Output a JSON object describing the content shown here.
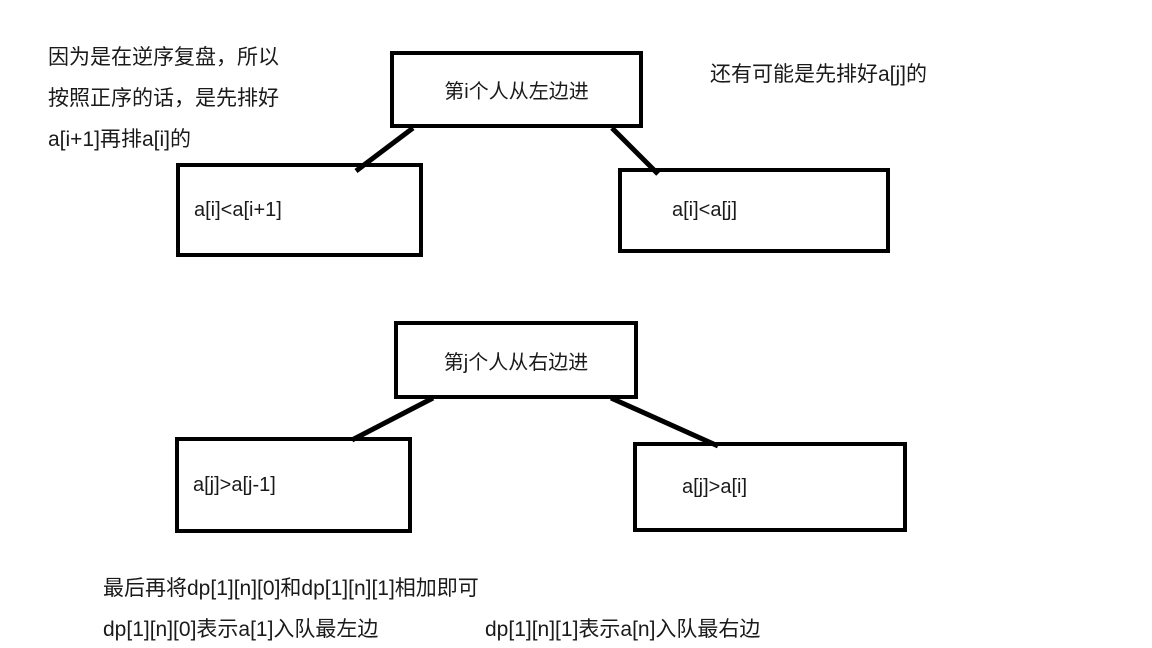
{
  "canvas": {
    "background": "#ffffff",
    "stroke_color": "#000000",
    "text_color": "#1a1a1a"
  },
  "annotations": {
    "top_left_lines": [
      "因为是在逆序复盘，所以",
      "按照正序的话，是先排好",
      "a[i+1]再排a[i]的"
    ],
    "top_right": "还有可能是先排好a[j]的",
    "bottom_line_1": "最后再将dp[1][n][0]和dp[1][n][1]相加即可",
    "bottom_line_2_left": "dp[1][n][0]表示a[1]入队最左边",
    "bottom_line_2_right": "dp[1][n][1]表示a[n]入队最右边"
  },
  "trees": [
    {
      "root": "第i个人从左边进",
      "children": [
        "a[i]<a[i+1]",
        "a[i]<a[j]"
      ]
    },
    {
      "root": "第j个人从右边进",
      "children": [
        "a[j]>a[j-1]",
        "a[j]>a[i]"
      ]
    }
  ]
}
